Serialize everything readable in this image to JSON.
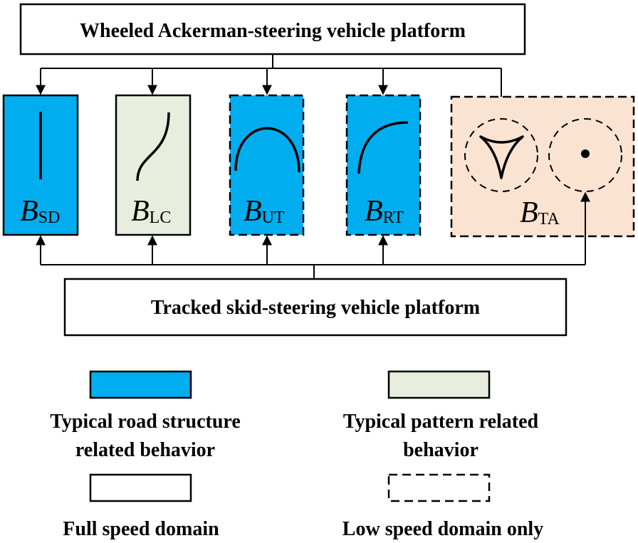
{
  "top_platform": {
    "label": "Wheeled Ackerman-steering vehicle platform"
  },
  "bottom_platform": {
    "label": "Tracked skid-steering vehicle platform"
  },
  "colors": {
    "road_structure": "#00AEEF",
    "pattern": "#E8EEDD",
    "test_area": "#FBE3D2",
    "stroke": "#000000"
  },
  "behaviors": [
    {
      "id": "SD",
      "main": "B",
      "sub": "SD",
      "category": "road_structure",
      "speed": "full",
      "glyph": "straight-line"
    },
    {
      "id": "LC",
      "main": "B",
      "sub": "LC",
      "category": "pattern",
      "speed": "full",
      "glyph": "lane-change-curve"
    },
    {
      "id": "UT",
      "main": "B",
      "sub": "UT",
      "category": "road_structure",
      "speed": "low",
      "glyph": "u-turn-arc"
    },
    {
      "id": "RT",
      "main": "B",
      "sub": "RT",
      "category": "road_structure",
      "speed": "low",
      "glyph": "right-turn-arc"
    },
    {
      "id": "TA",
      "main": "B",
      "sub": "TA",
      "category": "test_area",
      "speed": "low",
      "glyph": "triangle-and-dot-circles"
    }
  ],
  "legend": [
    {
      "style": "road_structure",
      "line1": "Typical road structure",
      "line2": "related behavior"
    },
    {
      "style": "pattern",
      "line1": "Typical pattern related",
      "line2": "behavior"
    },
    {
      "style": "full",
      "line1": "Full speed domain",
      "line2": ""
    },
    {
      "style": "dashed",
      "line1": "Low speed domain only",
      "line2": ""
    }
  ]
}
